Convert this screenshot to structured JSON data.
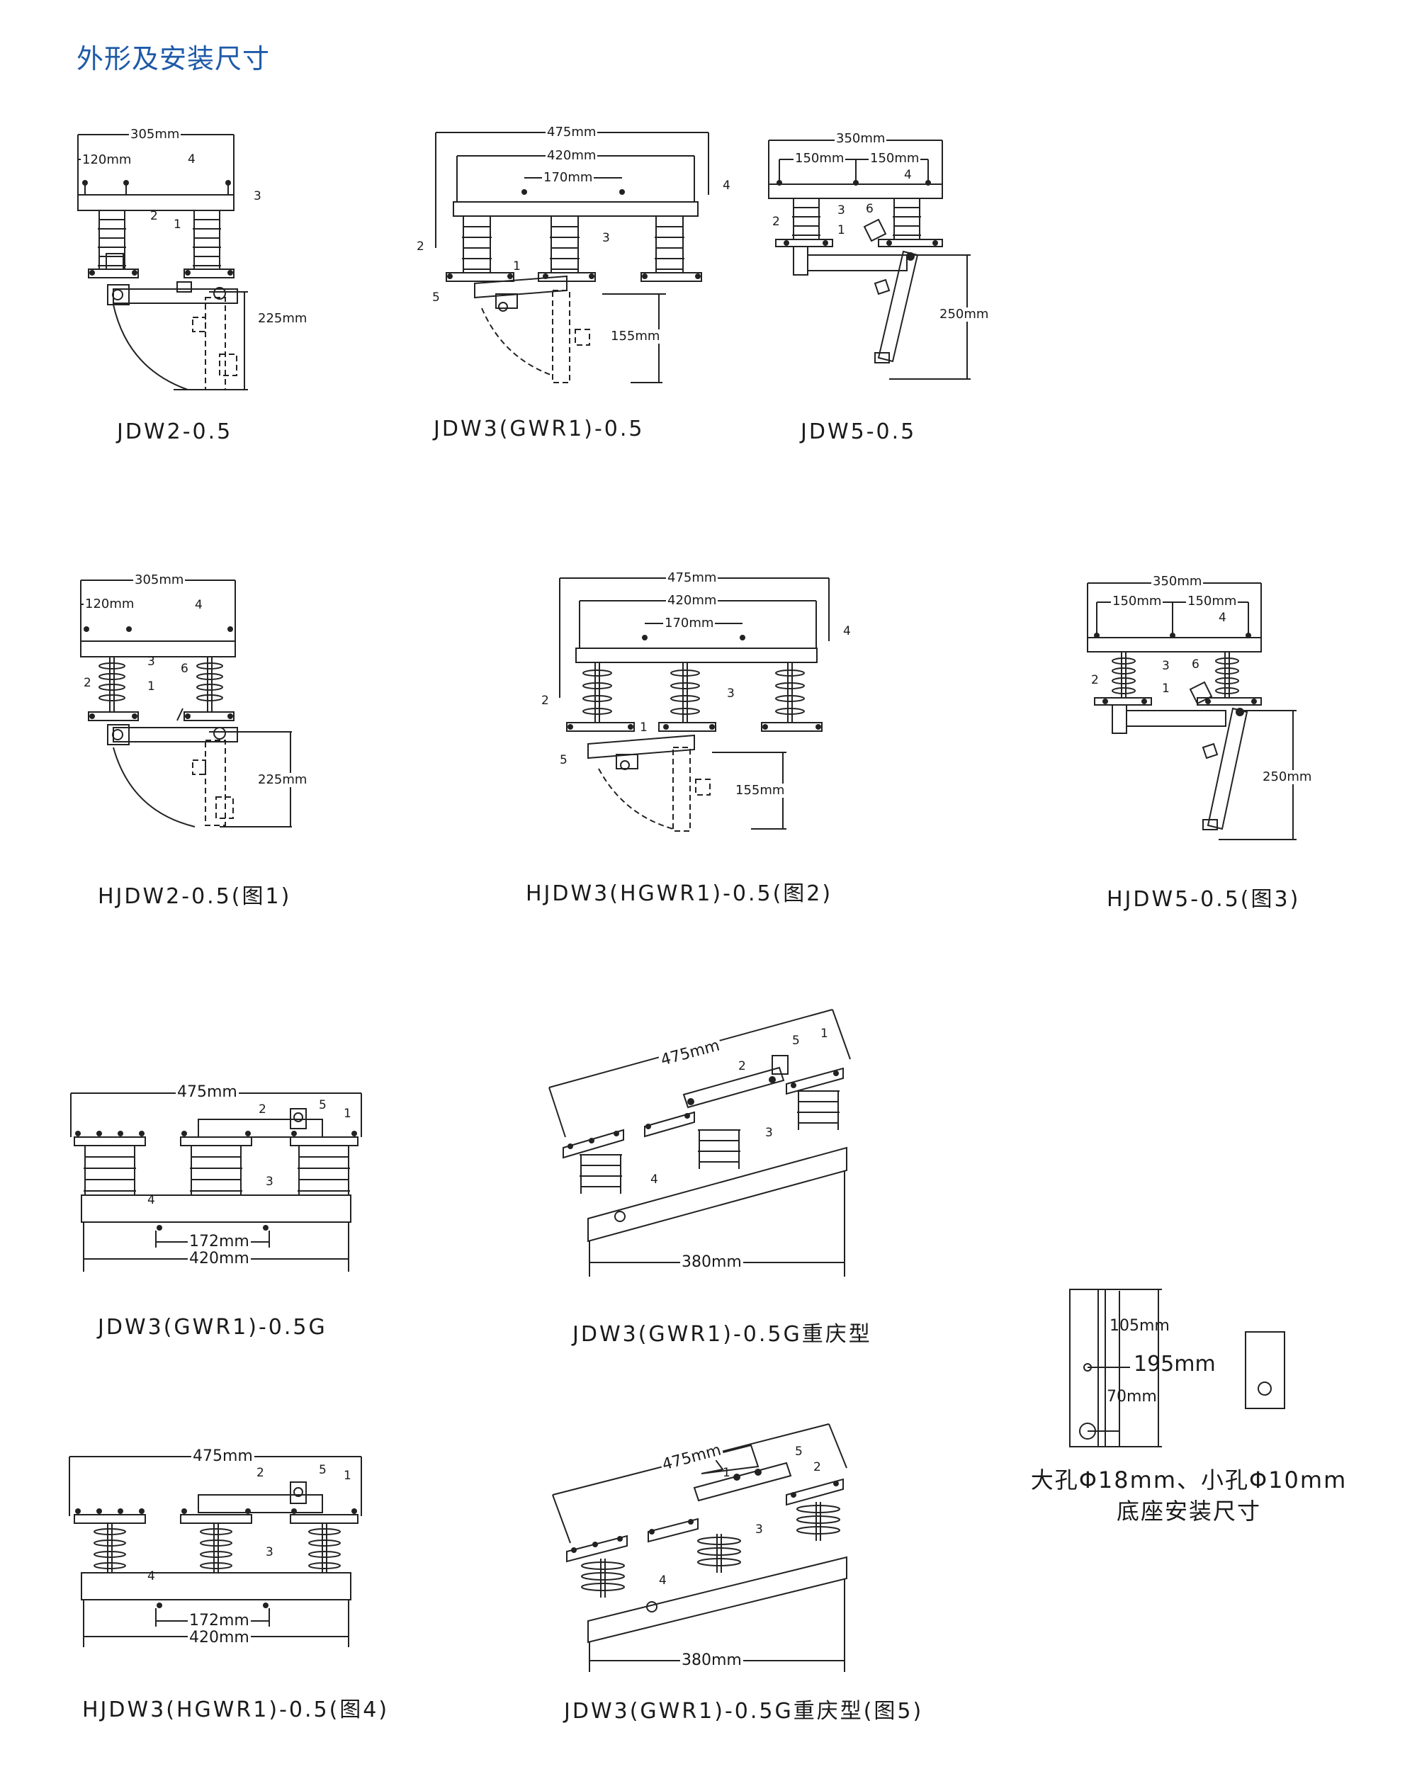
{
  "page": {
    "title": "外形及安装尺寸"
  },
  "figures": [
    {
      "id": "jdw2",
      "caption": "JDW2-0.5",
      "dims": [
        "305mm",
        "120mm",
        "225mm"
      ],
      "parts": [
        "1",
        "2",
        "3",
        "4"
      ]
    },
    {
      "id": "jdw3",
      "caption": "JDW3(GWR1)-0.5",
      "dims": [
        "475mm",
        "420mm",
        "170mm",
        "155mm"
      ],
      "parts": [
        "1",
        "2",
        "3",
        "4",
        "5"
      ]
    },
    {
      "id": "jdw5",
      "caption": "JDW5-0.5",
      "dims": [
        "350mm",
        "150mm",
        "150mm",
        "250mm"
      ],
      "parts": [
        "1",
        "2",
        "3",
        "4",
        "6"
      ]
    },
    {
      "id": "hjdw2",
      "caption": "HJDW2-0.5(图1)",
      "dims": [
        "305mm",
        "120mm",
        "225mm"
      ],
      "parts": [
        "1",
        "2",
        "3",
        "4",
        "6"
      ]
    },
    {
      "id": "hjdw3",
      "caption": "HJDW3(HGWR1)-0.5(图2)",
      "dims": [
        "475mm",
        "420mm",
        "170mm",
        "155mm"
      ],
      "parts": [
        "1",
        "2",
        "3",
        "4",
        "5"
      ]
    },
    {
      "id": "hjdw5",
      "caption": "HJDW5-0.5(图3)",
      "dims": [
        "350mm",
        "150mm",
        "150mm",
        "250mm"
      ],
      "parts": [
        "1",
        "2",
        "3",
        "4",
        "6"
      ]
    },
    {
      "id": "jdw3g",
      "caption": "JDW3(GWR1)-0.5G",
      "dims": [
        "475mm",
        "172mm",
        "420mm"
      ],
      "parts": [
        "1",
        "2",
        "3",
        "4",
        "5"
      ]
    },
    {
      "id": "jdw3gcq",
      "caption": "JDW3(GWR1)-0.5G重庆型",
      "dims": [
        "475mm",
        "380mm"
      ],
      "parts": [
        "1",
        "2",
        "3",
        "4",
        "5"
      ]
    },
    {
      "id": "hjdw3g",
      "caption": "HJDW3(HGWR1)-0.5(图4)",
      "dims": [
        "475mm",
        "172mm",
        "420mm"
      ],
      "parts": [
        "1",
        "2",
        "3",
        "4",
        "5"
      ]
    },
    {
      "id": "jdw3gcq5",
      "caption": "JDW3(GWR1)-0.5G重庆型(图5)",
      "dims": [
        "475mm",
        "380mm"
      ],
      "parts": [
        "1",
        "2",
        "3",
        "4",
        "5"
      ]
    }
  ],
  "base": {
    "dims": [
      "105mm",
      "195mm",
      "70mm"
    ],
    "line1": "大孔Φ18mm、小孔Φ10mm",
    "line2": "底座安装尺寸"
  }
}
